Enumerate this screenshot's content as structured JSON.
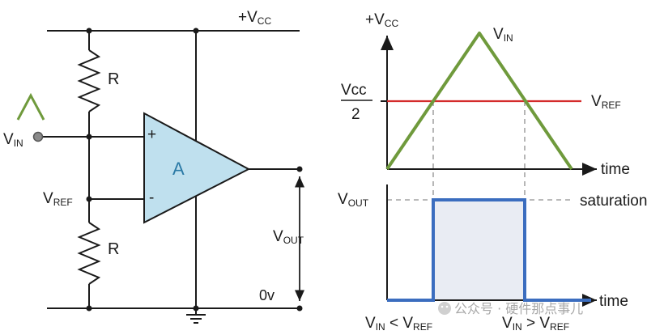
{
  "circuit": {
    "vcc_main": "+V",
    "vcc_sub": "CC",
    "resistor_top": "R",
    "resistor_bottom": "R",
    "vin_main": "V",
    "vin_sub": "IN",
    "vref_main": "V",
    "vref_sub": "REF",
    "opamp_label": "A",
    "plus_sign": "+",
    "minus_sign": "-",
    "vout_main": "V",
    "vout_sub": "OUT",
    "zero_volt": "0v"
  },
  "graph": {
    "vcc_main": "+V",
    "vcc_sub": "CC",
    "peak_main": "V",
    "peak_sub": "IN",
    "half_num": "Vcc",
    "half_den": "2",
    "ref_main": "V",
    "ref_sub": "REF",
    "time_top": "time",
    "vout_main": "V",
    "vout_sub": "OUT",
    "saturation": "saturation",
    "time_bottom": "time",
    "cond_left_a": "V",
    "cond_left_a_sub": "IN",
    "cond_left_op": " < ",
    "cond_left_b": "V",
    "cond_left_b_sub": "REF",
    "cond_right_a": "V",
    "cond_right_a_sub": "IN",
    "cond_right_op": " > ",
    "cond_right_b": "V",
    "cond_right_b_sub": "REF"
  },
  "watermark": "公众号 · 硬件那点事儿",
  "colors": {
    "wire": "#1a1a1a",
    "opamp_fill": "#bfe0ee",
    "opamp_text": "#2b7aa6",
    "vin_wave": "#6f9a3c",
    "vref_line": "#d42b2b",
    "vout_wave": "#3b6dbf",
    "vout_fill": "#e9ecf3",
    "dashed": "#909090"
  }
}
